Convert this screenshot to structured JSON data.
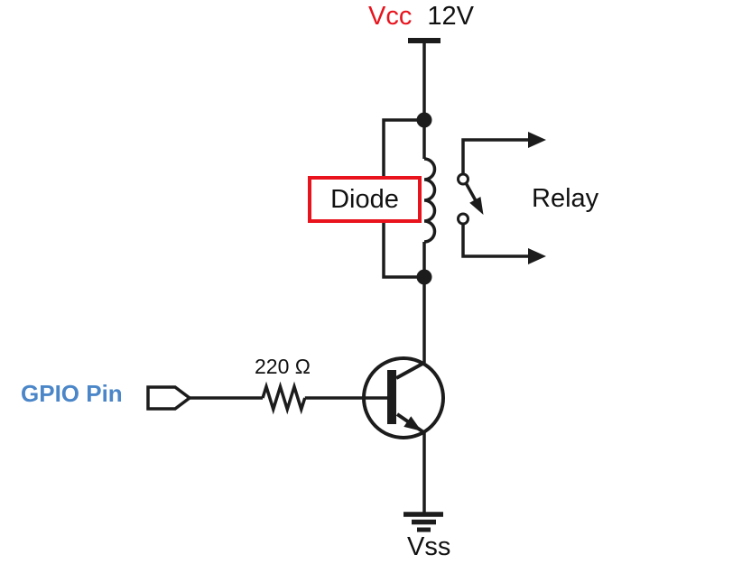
{
  "diagram": {
    "background": "#ffffff",
    "labels": {
      "vcc_name": "Vcc",
      "vcc_value": "12V",
      "diode": "Diode",
      "relay": "Relay",
      "resistor_value": "220 Ω",
      "gpio_pin": "GPIO Pin",
      "ground": "Vss"
    },
    "colors": {
      "wire_black": "#1c1c1c",
      "accent_red": "#e8131d",
      "gpio_blue": "#4a86c8"
    }
  }
}
